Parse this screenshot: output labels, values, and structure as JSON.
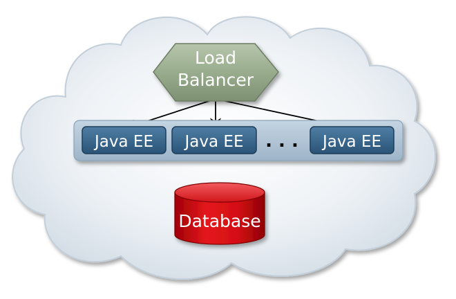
{
  "load_balancer": {
    "line1": "Load",
    "line2": "Balancer"
  },
  "servers": [
    {
      "label": "Java EE"
    },
    {
      "label": "Java EE"
    },
    {
      "label": "Java EE"
    }
  ],
  "ellipsis": ". . .",
  "database": {
    "label": "Database"
  },
  "colors": {
    "cloud_fill": "#dfe7ee",
    "cloud_stroke": "#c5d0da",
    "lb_fill": "#95a78a",
    "lb_stroke": "#6d7d63",
    "panel_fill": "#a9bed0",
    "server_fill": "#2f5c80",
    "db_fill": "#d40f14",
    "arrow": "#000000"
  }
}
